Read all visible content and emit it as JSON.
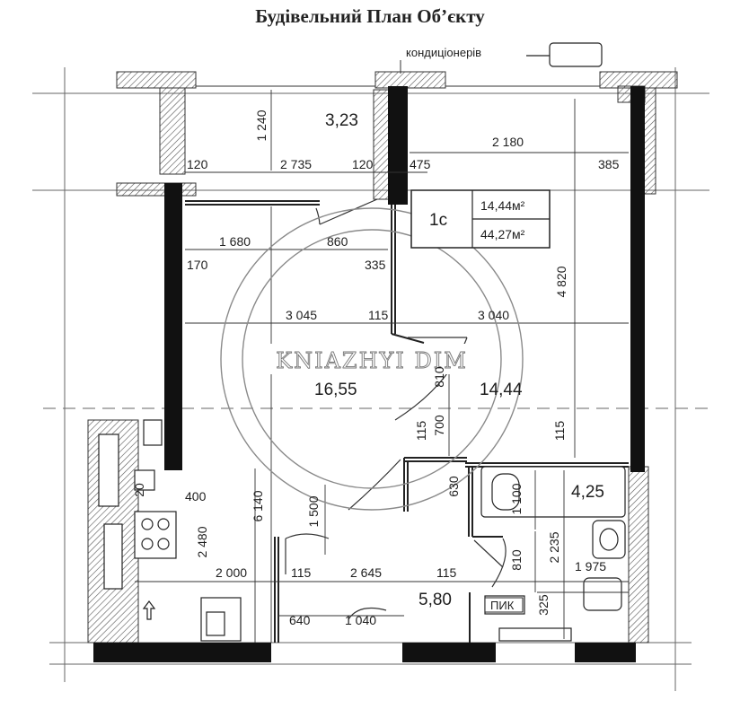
{
  "title": "Будівельний План Об’єкту",
  "callout": "кондиціонерів",
  "watermark": "KNIAZHYI DIM",
  "unit": {
    "code": "1с",
    "living_area": "14,44м²",
    "total_area": "44,27м²"
  },
  "rooms": {
    "loggia": "3,23",
    "living": "16,55",
    "bedroom": "14,44",
    "bath": "4,25",
    "hall": "5,80"
  },
  "dimensions": [
    "1 240",
    "120",
    "2 735",
    "120",
    "475",
    "2 180",
    "385",
    "1 680",
    "860",
    "170",
    "335",
    "4 820",
    "3 045",
    "115",
    "3 040",
    "810",
    "700",
    "115",
    "115",
    "6 140",
    "400",
    "20",
    "630",
    "1 100",
    "1 500",
    "2 480",
    "2 235",
    "810",
    "2 000",
    "115",
    "2 645",
    "115",
    "1 975",
    "325",
    "640",
    "1 040"
  ],
  "labels": {
    "shaft": "ПИК"
  }
}
